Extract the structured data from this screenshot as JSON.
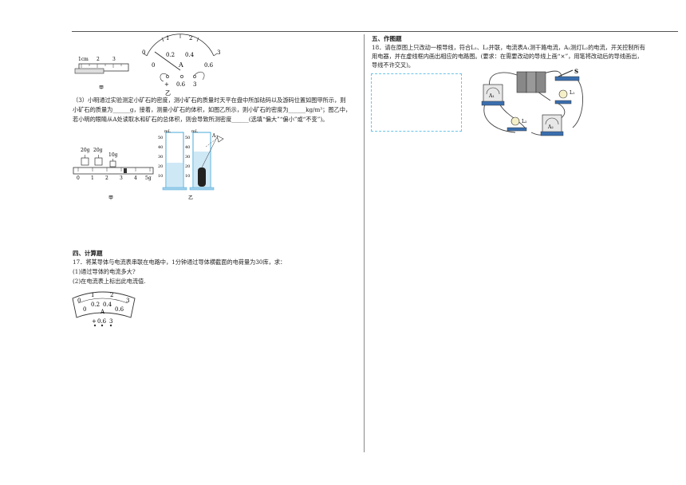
{
  "left": {
    "ruler": {
      "unit": "1cm",
      "ticks": [
        "2",
        "3"
      ],
      "caption": "甲"
    },
    "ammeter_top": {
      "outer_scale": [
        "0",
        "1",
        "2",
        "3"
      ],
      "inner_scale": [
        "0",
        "0.2",
        "0.4",
        "0.6"
      ],
      "symbol": "A",
      "terminals": [
        "+",
        "0.6",
        "3"
      ],
      "caption": "乙"
    },
    "q3": {
      "line1": "（3）小明通过实验测定小矿石的密度，测小矿石的质量时天平在盘中所加砝码以及游码位置如图甲所示，则",
      "line2": "小矿石的质量为______g，接着，测量小矿石的体积，如图乙所示，则小矿石的密度为______kg/m³；图乙中，",
      "line3": "若小明的眼睛从A处读取水和矿石的总体积，则会导致所测密度______(选填“偏大”“偏小”或“不变”)。"
    },
    "balance": {
      "weights": [
        "20g",
        "20g",
        "10g"
      ],
      "scale": [
        "0",
        "1",
        "2",
        "3",
        "4",
        "5g"
      ],
      "caption": "甲"
    },
    "cylinders": {
      "ticks": [
        "50",
        "40",
        "30",
        "20",
        "10"
      ],
      "unit": "mL",
      "point": "A",
      "caption": "乙"
    },
    "section4": {
      "heading": "四、计算题",
      "q17": "17．将某导体与电流表串联在电路中，1分钟通过导体横截面的电荷量为30库，求：",
      "sub1": "(1)通过导体的电流多大?",
      "sub2": "(2)在电流表上标出此电流值."
    },
    "ammeter_bottom": {
      "outer_scale": [
        "0",
        "1",
        "2",
        "3"
      ],
      "inner_scale": [
        "0",
        "0.2",
        "0.4",
        "0.6"
      ],
      "symbol": "A",
      "terminals": [
        "+",
        "0.6",
        "3"
      ]
    }
  },
  "right": {
    "section5": {
      "heading": "五、作图题",
      "q18_l1": "18．请在原图上只改动一根导线，符合L₁、L₂并联，电流表A₁测干路电流，A₂测灯L₂的电流，开关控制所有",
      "q18_l2": "用电器，并在虚线框内画出相应的电路图。(要求：在需要改动的导线上画“×”，用笔将改动后的导线画出，",
      "q18_l3": "导线不许交叉)。"
    },
    "circuit": {
      "labels": [
        "A₁",
        "A₂",
        "L₁",
        "L₂",
        "S"
      ]
    }
  }
}
